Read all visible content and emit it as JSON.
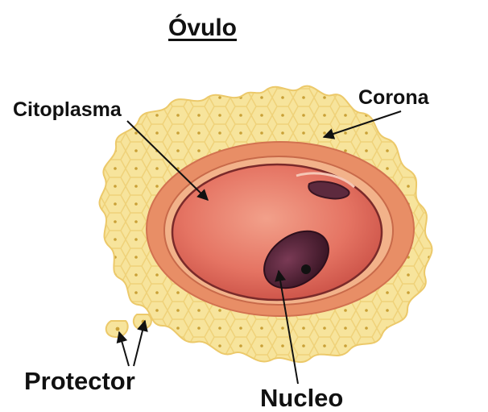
{
  "title": "Óvulo",
  "labels": {
    "citoplasma": "Citoplasma",
    "corona": "Corona",
    "protector": "Protector",
    "nucleo": "Nucleo"
  },
  "colors": {
    "corona_fill": "#f7e49c",
    "corona_cells": "#f3d77e",
    "corona_dots": "#c9a036",
    "zona_fill": "#e58863",
    "cytoplasm_fill": "#e57463",
    "nucleus_fill": "#5d2a3e",
    "arrow": "#111111"
  }
}
